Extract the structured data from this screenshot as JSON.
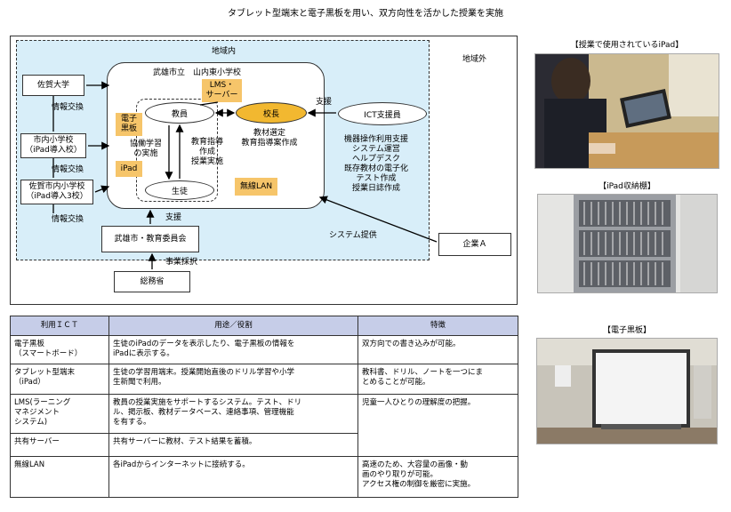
{
  "title": "タブレット型端末と電子黒板を用い、双方向性を活かした授業を実施",
  "diagram": {
    "region_inside": "地域内",
    "region_outside": "地域外",
    "school_name": "武雄市立　山内東小学校",
    "lms_server": "LMS・\nサーバー",
    "teacher": "教員",
    "principal": "校長",
    "student": "生徒",
    "ewhiteboard": "電子\n黒板",
    "ipad": "iPad",
    "wireless_lan": "無線LAN",
    "collab_label": "協働学習\nの実施",
    "teaching_label": "教育指導\n作成\n授業実施",
    "materials_label": "教材選定\n教育指導案作成",
    "support_label_ict": "支援",
    "ict_support": "ICT支援員",
    "ict_tasks": "機器操作利用支援\nシステム運営\nヘルプデスク\n既存教材の電子化\nテスト作成\n授業日誌作成",
    "saga_univ": "佐賀大学",
    "city_schools": "市内小学校\n（iPad導入校）",
    "saga_city_schools": "佐賀市内小学校\n（iPad導入3校）",
    "info_exchange_1": "情報交換",
    "info_exchange_2": "情報交換",
    "info_exchange_3": "情報交換",
    "board_of_ed": "武雄市・教育委員会",
    "support_label_boe": "支援",
    "adoption_label": "事業採択",
    "ministry": "総務省",
    "company": "企業Ａ",
    "system_provision": "システム提供"
  },
  "table": {
    "headers": [
      "利用ＩＣＴ",
      "用途／役割",
      "特徴"
    ],
    "rows": [
      {
        "ict": "電子黒板\n（スマートボード）",
        "use": "生徒のiPadのデータを表示したり、電子黒板の情報を\niPadに表示する。",
        "feature": "双方向での書き込みが可能。"
      },
      {
        "ict": "タブレット型端末\n（iPad）",
        "use": "生徒の学習用端末。授業開始直後のドリル学習や小学\n生新聞で利用。",
        "feature": "教科書、ドリル、ノートを一つにま\nとめることが可能。"
      },
      {
        "ict": "LMS(ラーニング\nマネジメント\nシステム)",
        "use": "教員の授業実施をサポートするシステム。テスト、ドリ\nル、掲示板、教材データベース、連絡事項、管理機能\nを有する。",
        "feature": "児童一人ひとりの理解度の把握。"
      },
      {
        "ict": "共有サーバー",
        "use": "共有サーバーに教材、テスト結果を蓄積。",
        "feature": ""
      },
      {
        "ict": "無線LAN",
        "use": "各iPadからインターネットに接続する。",
        "feature": "高速のため、大容量の画像・動\n画のやり取りが可能。\nアクセス権の制御を厳密に実施。"
      }
    ]
  },
  "photos": {
    "ipad_caption": "【授業で使用されているiPad】",
    "storage_caption": "【iPad収納棚】",
    "whiteboard_caption": "【電子黒板】"
  }
}
